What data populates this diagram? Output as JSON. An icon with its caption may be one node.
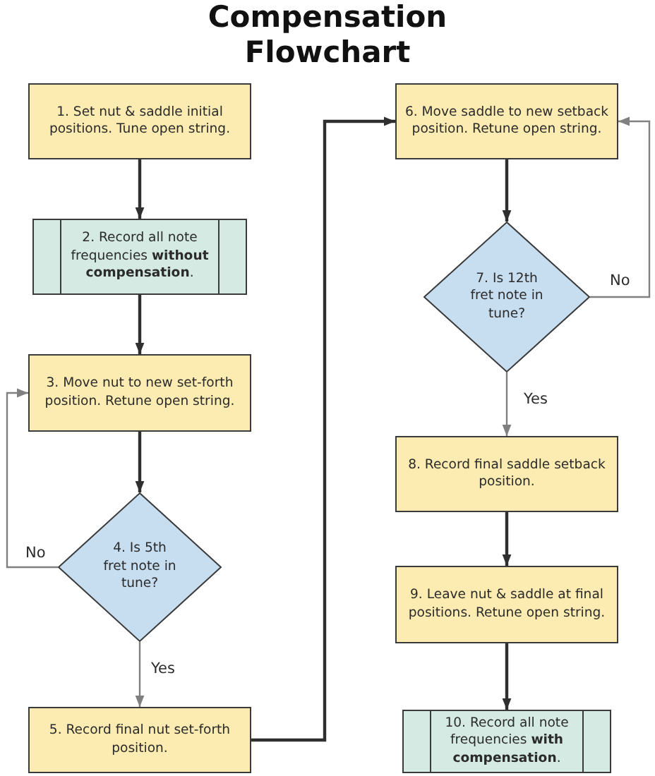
{
  "diagram": {
    "title": "Compensation Flowchart",
    "nodes": [
      {
        "text": [
          "1. Set nut & saddle initial positions. Tune open string."
        ]
      },
      {
        "text": [
          "2. Record all note frequencies **without compensation**."
        ]
      },
      {
        "text": [
          "3. Move nut to new set-forth position. Retune open string."
        ]
      },
      {
        "text": [
          "4. Is 5th fret note in tune?"
        ]
      },
      {
        "text": [
          "5. Record final nut set-forth position."
        ]
      },
      {
        "text": [
          "6. Move saddle to new setback position. Retune open string."
        ]
      },
      {
        "text": [
          "7. Is 12th fret note in tune?"
        ]
      },
      {
        "text": [
          "8. Record final saddle setback position."
        ]
      },
      {
        "text": [
          "9. Leave nut & saddle at final positions. Retune open string."
        ]
      },
      {
        "text": [
          "10. Record all note frequencies **with compensation**."
        ]
      }
    ],
    "edges": [
      {
        "from": 0,
        "to": 1,
        "arrow": "to"
      },
      {
        "from": 1,
        "to": 2,
        "arrow": "to"
      },
      {
        "from": 2,
        "to": 3,
        "arrow": "to"
      },
      {
        "from": 3,
        "to": 2,
        "arrow": "to",
        "label": "No",
        "color": "#808080"
      },
      {
        "from": 3,
        "to": 4,
        "arrow": "to",
        "label": "Yes",
        "color": "#808080"
      },
      {
        "from": 4,
        "to": 5,
        "arrow": "to"
      },
      {
        "from": 5,
        "to": 6,
        "arrow": "to"
      },
      {
        "from": 6,
        "to": 5,
        "arrow": "to",
        "label": "No",
        "color": "#808080"
      },
      {
        "from": 6,
        "to": 7,
        "arrow": "to",
        "label": "Yes",
        "color": "#808080"
      },
      {
        "from": 7,
        "to": 8,
        "arrow": "to"
      },
      {
        "from": 8,
        "to": 9,
        "arrow": "to"
      }
    ]
  }
}
